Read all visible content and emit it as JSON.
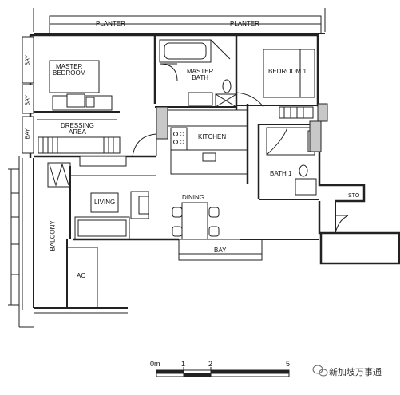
{
  "rooms": {
    "planter_left": "PLANTER",
    "planter_right": "PLANTER",
    "master_bedroom": "MASTER\nBEDROOM",
    "master_bath": "MASTER\nBATH",
    "bedroom_1": "BEDROOM 1",
    "dressing_area": "DRESSING\nAREA",
    "kitchen": "KITCHEN",
    "bath_1": "BATH 1",
    "living": "LIVING",
    "dining": "DINING",
    "bay_bottom": "BAY",
    "store": "STO",
    "balcony": "BALCONY",
    "ac": "AC",
    "bay_1": "BAY",
    "bay_2": "BAY",
    "bay_3": "BAY"
  },
  "scale": {
    "labels": [
      "0m",
      "1",
      "2",
      "5"
    ]
  },
  "watermark": {
    "text": "新加坡万事通"
  },
  "colors": {
    "wall": "#111111",
    "column": "#c8c8c8",
    "line": "#222222",
    "background": "#ffffff"
  }
}
